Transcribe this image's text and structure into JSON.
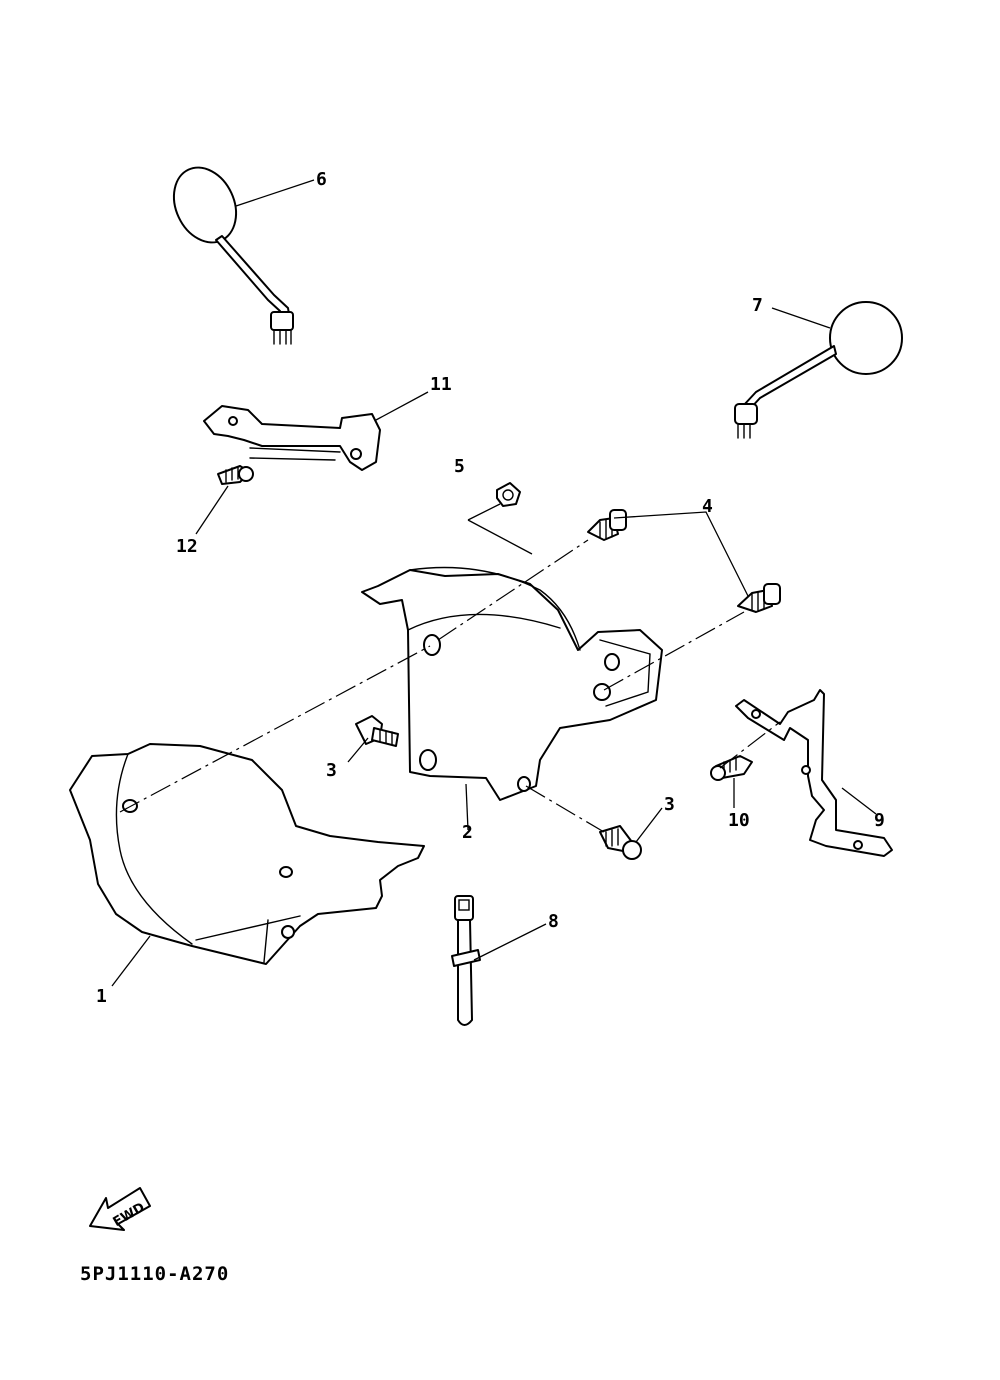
{
  "diagram": {
    "code": "5PJ1110-A270",
    "fwd_label": "FWD",
    "callouts": [
      "1",
      "2",
      "3",
      "3",
      "4",
      "5",
      "6",
      "7",
      "8",
      "9",
      "10",
      "11",
      "12"
    ]
  }
}
